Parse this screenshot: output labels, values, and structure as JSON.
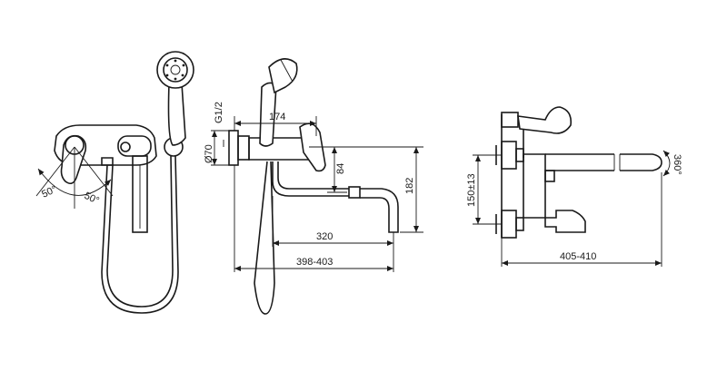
{
  "front_view": {
    "angle_left": "50°",
    "angle_right": "50°"
  },
  "side_view": {
    "thread": "G1/2",
    "diameter": "Ø70",
    "dim_174": "174",
    "dim_84": "84",
    "dim_182": "182",
    "dim_320": "320",
    "dim_398_403": "398-403"
  },
  "top_view": {
    "rotation": "360°",
    "center_distance": "150±13",
    "overall_length": "405-410"
  }
}
